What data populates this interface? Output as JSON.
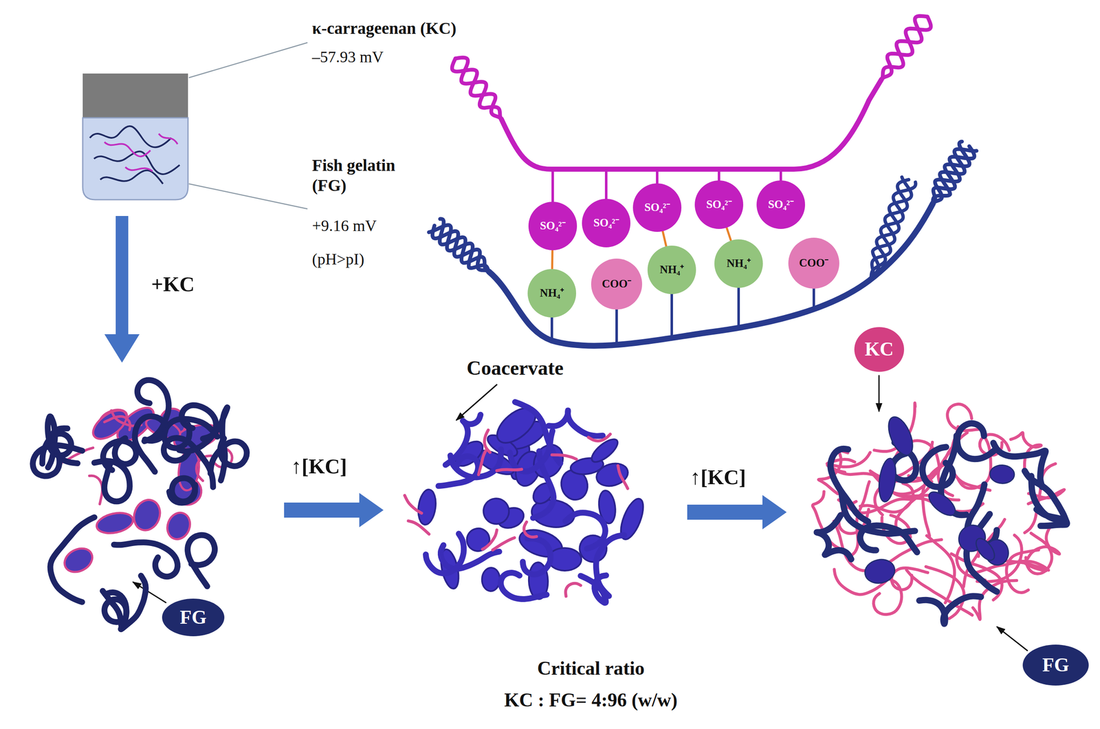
{
  "diagram": {
    "nodes": [
      {
        "text": [
          "SO₄²⁻"
        ]
      },
      {
        "text": [
          "SO₄²⁻"
        ]
      },
      {
        "text": [
          "SO₄²⁻"
        ]
      },
      {
        "text": [
          "SO₄²⁻"
        ]
      },
      {
        "text": [
          "SO₄²⁻"
        ]
      },
      {
        "text": [
          "NH₄⁺"
        ]
      },
      {
        "text": [
          "COO⁻"
        ]
      },
      {
        "text": [
          "NH₄⁺"
        ]
      },
      {
        "text": [
          "NH₄⁺"
        ]
      },
      {
        "text": [
          "COO⁻"
        ]
      },
      {
        "text": [
          "KC"
        ]
      },
      {
        "text": [
          "FG"
        ]
      },
      {
        "text": [
          "FG"
        ]
      }
    ],
    "edges": [
      {
        "from": 0,
        "to": 5,
        "arrow": "none"
      },
      {
        "from": 2,
        "to": 7,
        "arrow": "none"
      },
      {
        "from": 3,
        "to": 8,
        "arrow": "none"
      }
    ],
    "labels": [
      "κ-carrageenan (KC)",
      "–57.93 mV",
      "Fish gelatin (FG)",
      "+9.16 mV",
      "(pH>pI)",
      "+KC",
      "↑[KC]",
      "Coacervate",
      "↑[KC]",
      "Critical ratio",
      "KC : FG= 4:96 (w/w)"
    ]
  }
}
